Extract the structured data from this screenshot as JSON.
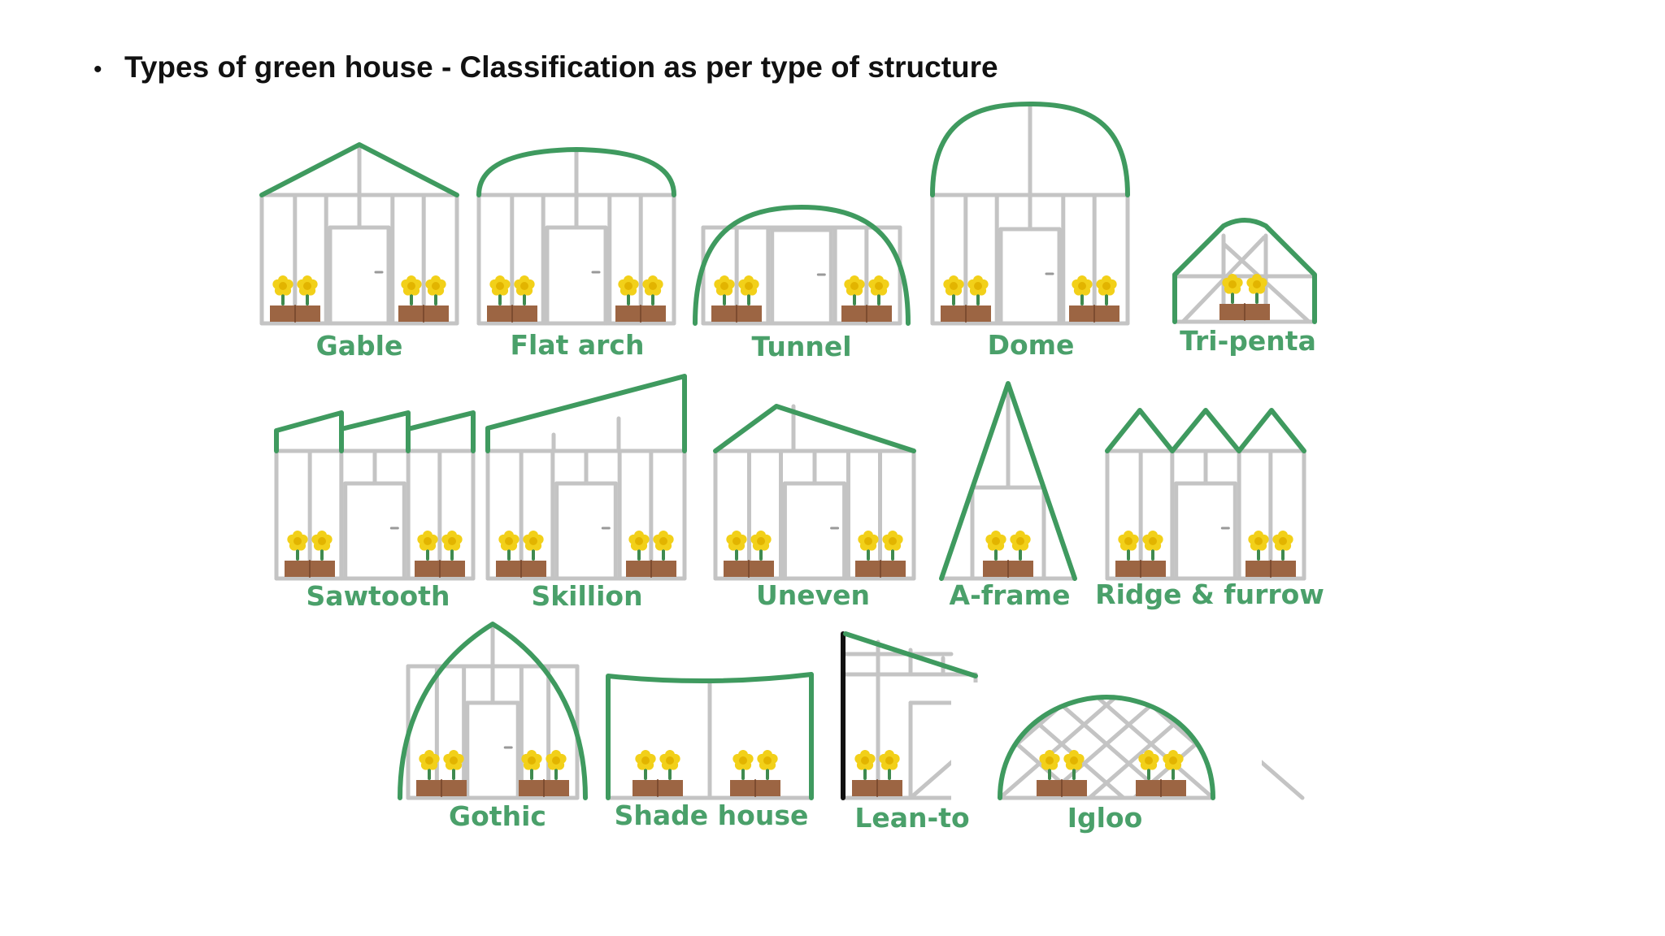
{
  "title": "Types of green house - Classification as per type of structure",
  "colors": {
    "frame": "#c4c4c4",
    "roof": "#3f9a5f",
    "label": "#4aa06a",
    "flower": "#f2d019",
    "pot": "#9c6543",
    "stem": "#3f8a4f"
  },
  "greenhouses": [
    {
      "name": "gable",
      "label": "Gable"
    },
    {
      "name": "flat-arch",
      "label": "Flat arch"
    },
    {
      "name": "tunnel",
      "label": "Tunnel"
    },
    {
      "name": "dome",
      "label": "Dome"
    },
    {
      "name": "tri-penta",
      "label": "Tri-penta"
    },
    {
      "name": "sawtooth",
      "label": "Sawtooth"
    },
    {
      "name": "skillion",
      "label": "Skillion"
    },
    {
      "name": "uneven",
      "label": "Uneven"
    },
    {
      "name": "a-frame",
      "label": "A-frame"
    },
    {
      "name": "ridge-furrow",
      "label": "Ridge & furrow"
    },
    {
      "name": "gothic",
      "label": "Gothic"
    },
    {
      "name": "shade-house",
      "label": "Shade house"
    },
    {
      "name": "lean-to",
      "label": "Lean-to"
    },
    {
      "name": "igloo",
      "label": "Igloo"
    }
  ]
}
